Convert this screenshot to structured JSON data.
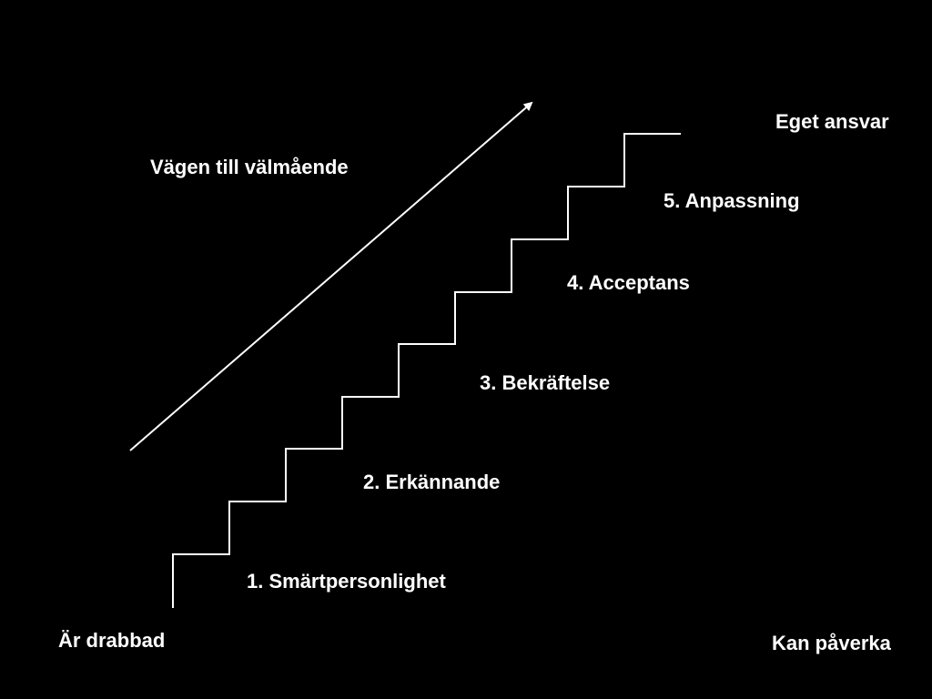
{
  "colors": {
    "background": "#000000",
    "foreground": "#ffffff"
  },
  "arrow": {
    "label": "Vägen till välmående"
  },
  "staircase": {
    "top_label": "Eget ansvar",
    "steps": [
      {
        "label": "1. Smärtpersonlighet"
      },
      {
        "label": "2. Erkännande"
      },
      {
        "label": "3. Bekräftelse"
      },
      {
        "label": "4. Acceptans"
      },
      {
        "label": "5. Anpassning"
      }
    ]
  },
  "corners": {
    "bottom_left": "Är drabbad",
    "bottom_right": "Kan påverka"
  }
}
